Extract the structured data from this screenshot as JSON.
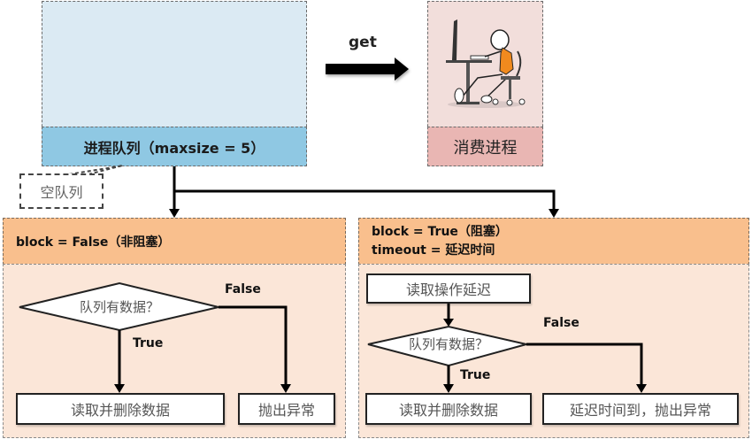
{
  "queue": {
    "label": "进程队列（maxsize = 5）",
    "callout": "空队列",
    "colors": {
      "body": "#dbeaf3",
      "band": "#8fc8e3"
    }
  },
  "get_arrow": {
    "label": "get"
  },
  "consumer": {
    "label": "消费进程",
    "illustration": "person-at-computer-icon",
    "colors": {
      "body": "#f2dedb",
      "band": "#e9b6b3",
      "accent": "#f08a1e"
    }
  },
  "left_panel": {
    "header": "block = False（非阻塞）",
    "decision": "队列有数据？",
    "true_label": "True",
    "false_label": "False",
    "true_action": "读取并删除数据",
    "false_action": "抛出异常"
  },
  "right_panel": {
    "header_line1": "block = True（阻塞）",
    "header_line2": "timeout = 延迟时间",
    "start_action": "读取操作延迟",
    "decision": "队列有数据？",
    "true_label": "True",
    "false_label": "False",
    "true_action": "读取并删除数据",
    "false_action": "延迟时间到，抛出异常"
  },
  "colors": {
    "panel_header": "#f9bf8d",
    "panel_body": "#fbe6d8"
  }
}
